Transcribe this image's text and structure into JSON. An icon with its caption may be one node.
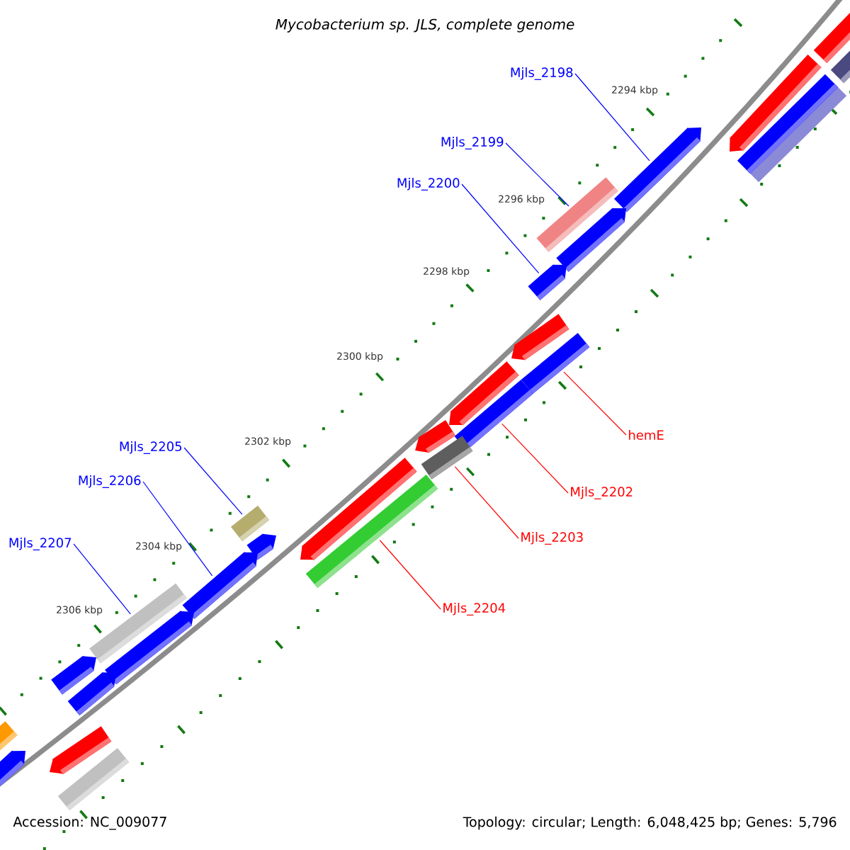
{
  "diagram": {
    "title": "Mycobacterium sp. JLS, complete genome",
    "nodes": [
      {
        "text": [
          "Mjls_2198"
        ]
      },
      {
        "text": [
          "Mjls_2199"
        ]
      },
      {
        "text": [
          "Mjls_2200"
        ]
      },
      {
        "text": [
          "hemE"
        ]
      },
      {
        "text": [
          "Mjls_2205"
        ]
      },
      {
        "text": [
          "Mjls_2206"
        ]
      },
      {
        "text": [
          "Mjls_2202"
        ]
      },
      {
        "text": [
          "Mjls_2203"
        ]
      },
      {
        "text": [
          "Mjls_2207"
        ]
      },
      {
        "text": [
          "Mjls_2204"
        ]
      },
      {
        "text": [],
        "shape": "box"
      },
      {
        "text": [],
        "shape": "box"
      },
      {
        "text": [],
        "shape": "arrow"
      },
      {
        "text": [],
        "shape": "box"
      },
      {
        "text": [],
        "shape": "arrow"
      },
      {
        "text": [],
        "shape": "box"
      },
      {
        "text": [],
        "shape": "arrow"
      },
      {
        "text": [],
        "shape": "arrow"
      },
      {
        "text": [],
        "shape": "arrow"
      },
      {
        "text": [],
        "shape": "box"
      },
      {
        "text": [],
        "shape": "arrow"
      },
      {
        "text": [],
        "shape": "box"
      },
      {
        "text": [],
        "shape": "arrow"
      },
      {
        "text": [],
        "shape": "box"
      },
      {
        "text": [],
        "shape": "arrow"
      },
      {
        "text": [],
        "shape": "box"
      },
      {
        "text": [],
        "shape": "box"
      },
      {
        "text": [],
        "shape": "arrow"
      },
      {
        "text": [],
        "shape": "arrow"
      },
      {
        "text": [],
        "shape": "box"
      },
      {
        "text": [],
        "shape": "arrow"
      },
      {
        "text": [],
        "shape": "arrow"
      },
      {
        "text": [],
        "shape": "arrow"
      },
      {
        "text": [],
        "shape": "box"
      },
      {
        "text": [],
        "shape": "arrow"
      },
      {
        "text": [],
        "shape": "arrow"
      },
      {
        "text": [],
        "shape": "box"
      }
    ],
    "edges": [
      {
        "from": 0,
        "to": 14,
        "arrow": "none"
      },
      {
        "from": 1,
        "to": 15,
        "arrow": "none"
      },
      {
        "from": 2,
        "to": 17,
        "arrow": "none"
      },
      {
        "from": 3,
        "to": 19,
        "arrow": "none",
        "color": "#ff0000"
      },
      {
        "from": 4,
        "to": 25,
        "arrow": "none"
      },
      {
        "from": 5,
        "to": 28,
        "arrow": "none"
      },
      {
        "from": 6,
        "to": 21,
        "arrow": "none",
        "color": "#ff0000"
      },
      {
        "from": 7,
        "to": 23,
        "arrow": "none",
        "color": "#ff0000"
      },
      {
        "from": 8,
        "to": 29,
        "arrow": "none"
      },
      {
        "from": 9,
        "to": 26,
        "arrow": "none",
        "color": "#ff0000"
      }
    ],
    "labels": [
      "2294 kbp",
      "2296 kbp",
      "2298 kbp",
      "2300 kbp",
      "2302 kbp",
      "2304 kbp",
      "2306 kbp",
      "Accession: NC_009077",
      "Topology: circular; Length: 6,048,425 bp; Genes: 5,796"
    ]
  }
}
